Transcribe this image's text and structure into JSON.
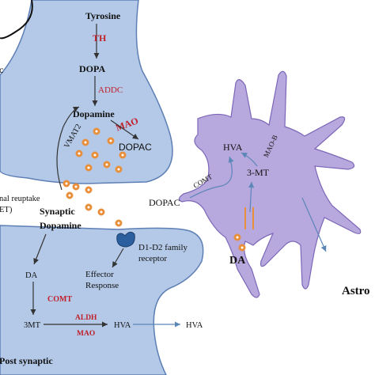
{
  "colors": {
    "neuron": "#b4c9e8",
    "neuron_edge": "#5d7fb4",
    "astrocyte": "#b7a8dd",
    "astrocyte_edge": "#7c66b8",
    "vesicle": "#e88f3c",
    "enzyme_red": "#c0202a",
    "receptor": "#2b5f9e",
    "arrow": "#333333",
    "astro_arrow": "#5b86b8"
  },
  "presynaptic": {
    "tyrosine": "Tyrosine",
    "th": "TH",
    "dopa": "DOPA",
    "addc": "ADDC",
    "dopamine": "Dopamine",
    "mao": "MAO",
    "dopac": "DOPAC",
    "vmat2": "VMAT2",
    "reuptake_line1": "nal reuptake",
    "reuptake_line2": "ET)",
    "partial_c": "c"
  },
  "synapse": {
    "synaptic_line1": "Synaptic",
    "synaptic_line2": "Dopamine",
    "receptor_line1": "D1-D2 family",
    "receptor_line2": "receptor",
    "effector_line1": "Effector",
    "effector_line2": "Response"
  },
  "postsynaptic": {
    "da": "DA",
    "comt": "COMT",
    "three_mt": "3MT",
    "aldh": "ALDH",
    "mao": "MAO",
    "hva": "HVA",
    "hva_out": "HVA",
    "label": "Post synaptic"
  },
  "astrocyte": {
    "hva": "HVA",
    "mao_b": "MAO-B",
    "three_mt": "3-MT",
    "comt": "COMT",
    "dopac": "DOPAC",
    "da": "DA",
    "label": "Astro"
  }
}
